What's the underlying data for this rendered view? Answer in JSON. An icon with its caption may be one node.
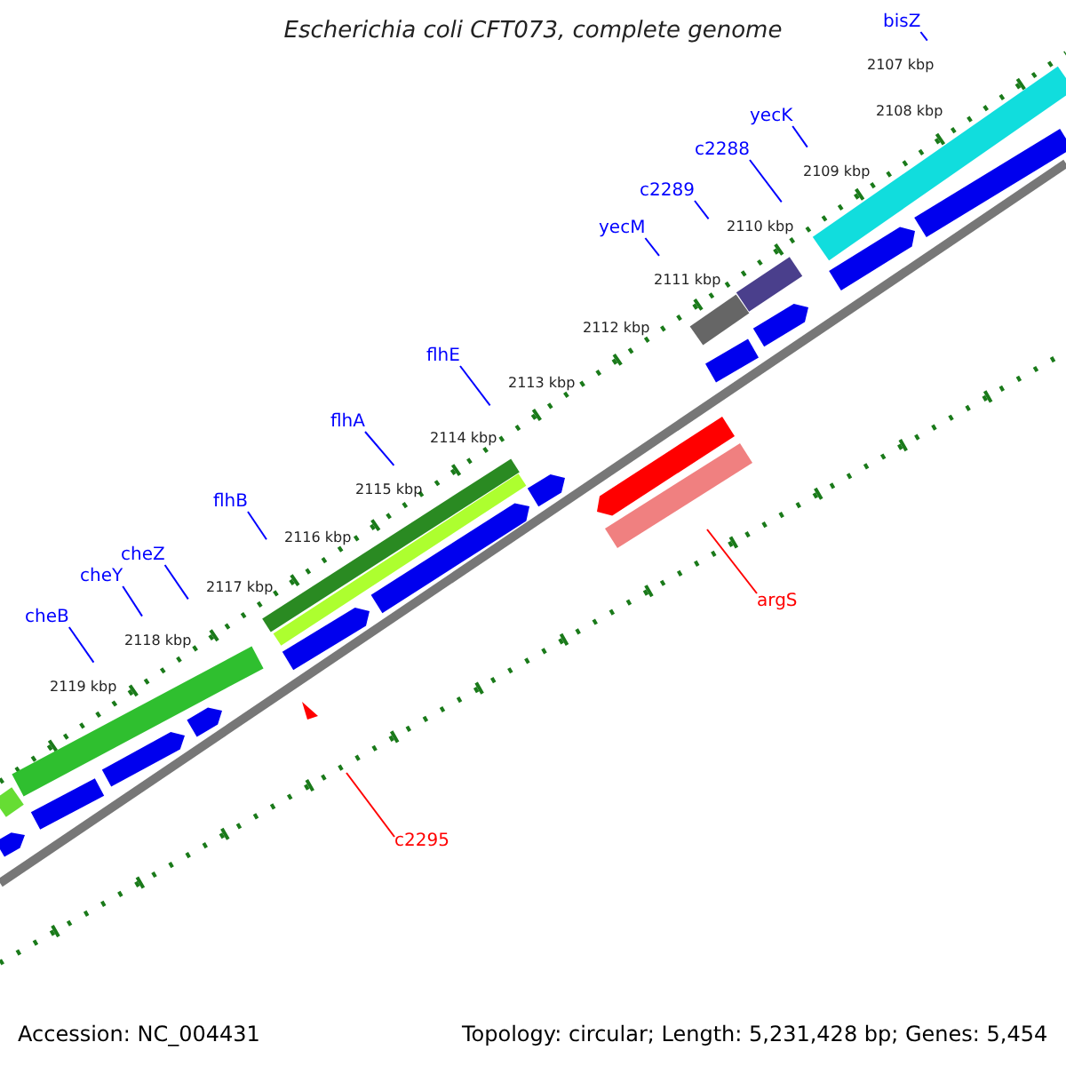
{
  "diagram": {
    "title": "Escherichia coli CFT073, complete genome",
    "nodes": [
      {
        "text": [
          "bisZ"
        ]
      },
      {
        "text": [
          "yecK"
        ]
      },
      {
        "text": [
          "c2288"
        ]
      },
      {
        "text": [
          "c2289"
        ]
      },
      {
        "text": [
          "yecM"
        ]
      },
      {
        "text": [
          "flhE"
        ]
      },
      {
        "text": [
          "flhA"
        ]
      },
      {
        "text": [
          "flhB"
        ]
      },
      {
        "text": [
          "cheZ"
        ]
      },
      {
        "text": [
          "cheY"
        ]
      },
      {
        "text": [
          "cheB"
        ]
      },
      {
        "text": [
          "argS"
        ]
      },
      {
        "text": [
          "c2295"
        ]
      }
    ],
    "edges": [
      {
        "from": 0,
        "to": null,
        "arrow": "none"
      },
      {
        "from": 1,
        "to": null,
        "arrow": "none"
      },
      {
        "from": 2,
        "to": null,
        "arrow": "none"
      },
      {
        "from": 3,
        "to": null,
        "arrow": "none"
      },
      {
        "from": 4,
        "to": null,
        "arrow": "none"
      },
      {
        "from": 5,
        "to": null,
        "arrow": "none"
      },
      {
        "from": 6,
        "to": null,
        "arrow": "none"
      },
      {
        "from": 7,
        "to": null,
        "arrow": "none"
      },
      {
        "from": 8,
        "to": null,
        "arrow": "none"
      },
      {
        "from": 9,
        "to": null,
        "arrow": "none"
      },
      {
        "from": 10,
        "to": null,
        "arrow": "none"
      },
      {
        "from": 11,
        "to": null,
        "arrow": "none",
        "color": "#ff0000"
      },
      {
        "from": 12,
        "to": null,
        "arrow": "none",
        "color": "#ff0000"
      }
    ],
    "labels": [
      "2107 kbp",
      "2108 kbp",
      "2109 kbp",
      "2110 kbp",
      "2111 kbp",
      "2112 kbp",
      "2113 kbp",
      "2114 kbp",
      "2115 kbp",
      "2116 kbp",
      "2117 kbp",
      "2118 kbp",
      "2119 kbp",
      "Accession: NC_004431",
      "Topology: circular; Length: 5,231,428 bp; Genes: 5,454"
    ]
  }
}
